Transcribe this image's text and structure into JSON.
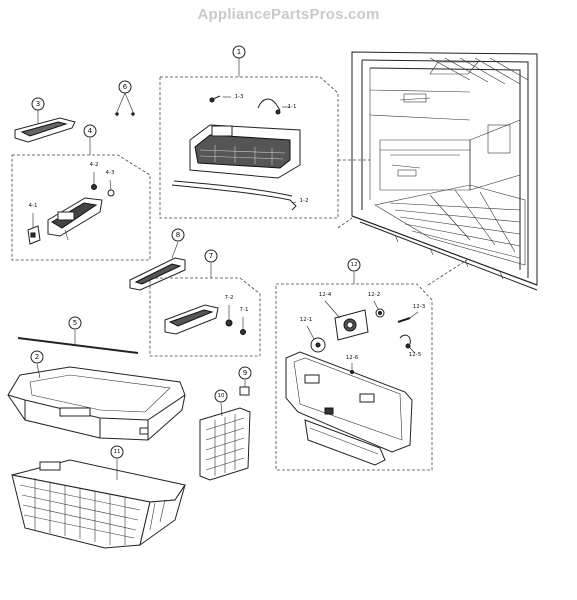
{
  "watermark": "AppliancePartsPros.com",
  "callouts": {
    "c1": "1",
    "c1_1": "1-1",
    "c1_2": "1-2",
    "c1_3": "1-3",
    "c2": "2",
    "c3": "3",
    "c4": "4",
    "c4_1": "4-1",
    "c4_2": "4-2",
    "c4_3": "4-3",
    "c5": "5",
    "c6": "6",
    "c7": "7",
    "c7_1": "7-1",
    "c7_2": "7-2",
    "c8": "8",
    "c9": "9",
    "c10": "10",
    "c11": "11",
    "c12": "12",
    "c12_1": "12-1",
    "c12_2": "12-2",
    "c12_3": "12-3",
    "c12_4": "12-4",
    "c12_5": "12-5",
    "c12_6": "12-6"
  }
}
